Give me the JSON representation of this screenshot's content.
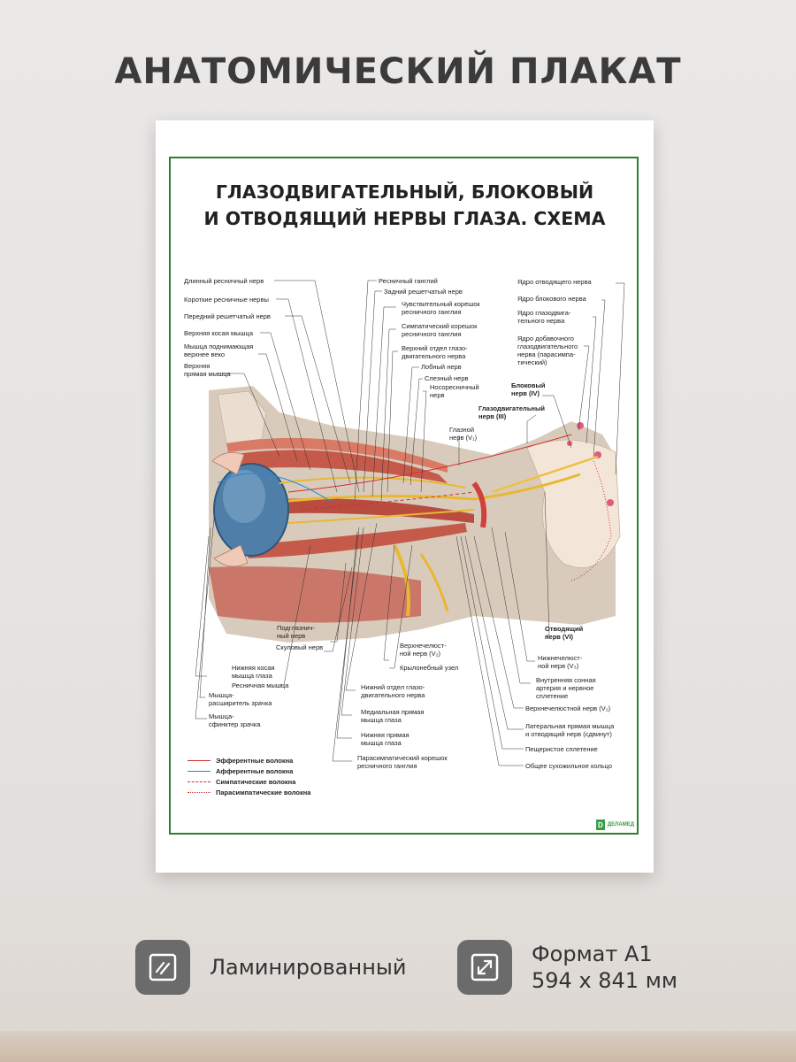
{
  "page": {
    "heading": "АНАТОМИЧЕСКИЙ ПЛАКАТ"
  },
  "poster": {
    "title_line1": "ГЛАЗОДВИГАТЕЛЬНЫЙ, БЛОКОВЫЙ",
    "title_line2": "И ОТВОДЯЩИЙ НЕРВЫ ГЛАЗА. СХЕМА",
    "labels_left": [
      "Длинный ресничный нерв",
      "Короткие ресничные нервы",
      "Передний решетчатый нерв",
      "Верхняя косая мышца",
      "Мышца поднимающая\nверхнее веко",
      "Верхняя\nпрямая мышца"
    ],
    "labels_center_top": [
      "Ресничный ганглий",
      "Задний решетчатый нерв",
      "Чувствительный корешок\nресничного ганглия",
      "Симпатический корешок\nресничного ганглия",
      "Верхний отдел глазо-\nдвигательного нерва",
      "Лобный нерв",
      "Слезный нерв",
      "Носоресничный\nнерв",
      "Глазной\nнерв (V₁)"
    ],
    "labels_right_top": [
      "Ядро отводящего нерва",
      "Ядро блокового нерва",
      "Ядро глазодвига-\nтельного нерва",
      "Ядро добавочного\nглазодвигательного\nнерва (парасимпа-\nтический)"
    ],
    "labels_right_bold": [
      "Блоковый\nнерв (IV)",
      "Глазодвигательный\nнерв (III)",
      "Отводящий\nнерв (VI)"
    ],
    "labels_bottom_left": [
      "Подглазнич-\nный нерв",
      "Скуловый нерв",
      "Нижняя косая\nмышца глаза",
      "Ресничная мышца",
      "Мышца-\nрасширитель зрачка",
      "Мышца-\nсфинктер зрачка"
    ],
    "labels_bottom_center": [
      "Верхнечелюст-\nной нерв (V₂)",
      "Крылонебный узел",
      "Нижний отдел глазо-\nдвигательного нерва",
      "Медиальная прямая\nмышца глаза",
      "Нижняя прямая\nмышца глаза",
      "Парасимпатический корешок\nресничного ганглия"
    ],
    "labels_bottom_right": [
      "Нижнечелюст-\nной нерв (V₃)",
      "Внутренняя сонная\nартерия и нервное\nсплетение",
      "Верхнечелюстной нерв (V₂)",
      "Латеральная прямая мышца\nи отводящий нерв (сдвинут)",
      "Пещеристое сплетение",
      "Общее сухожильное кольцо"
    ],
    "legend": [
      {
        "label": "Эфферентные волокна",
        "color": "#d32f2f",
        "style": "solid"
      },
      {
        "label": "Афферентные волокна",
        "color": "#1e88e5",
        "style": "solid"
      },
      {
        "label": "Симпатические волокна",
        "color": "#d32f2f",
        "style": "dashed"
      },
      {
        "label": "Парасимпатические волокна",
        "color": "#d32f2f",
        "style": "dotted"
      }
    ],
    "brand": "ДЕЛАМЕД",
    "frame_color": "#2e7d32"
  },
  "features": [
    {
      "icon": "laminated-icon",
      "text": "Ламинированный"
    },
    {
      "icon": "resize-arrows-icon",
      "line1": "Формат А1",
      "line2": "594 x 841 мм"
    }
  ]
}
